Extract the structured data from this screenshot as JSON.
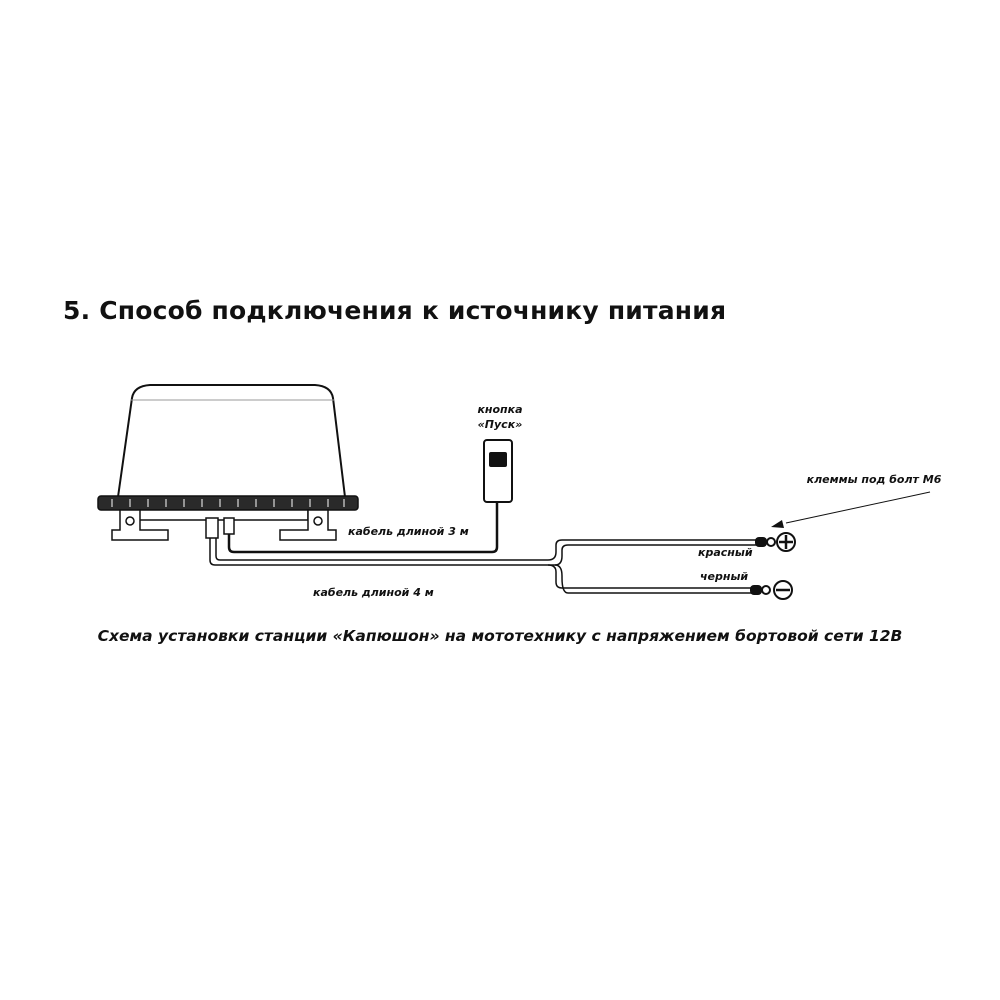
{
  "heading": "5. Способ подключения к источнику питания",
  "labels": {
    "button_line1": "кнопка",
    "button_line2": "«Пуск»",
    "terminals": "клеммы под болт М6",
    "cable_3m": "кабель длиной 3 м",
    "cable_4m": "кабель длиной 4 м",
    "red": "красный",
    "black": "черный"
  },
  "caption": "Схема установки станции «Капюшон» на мототехнику с напряжением бортовой сети 12В",
  "colors": {
    "line": "#111111",
    "fill": "#ffffff",
    "base_fill": "#2a2a2a"
  }
}
